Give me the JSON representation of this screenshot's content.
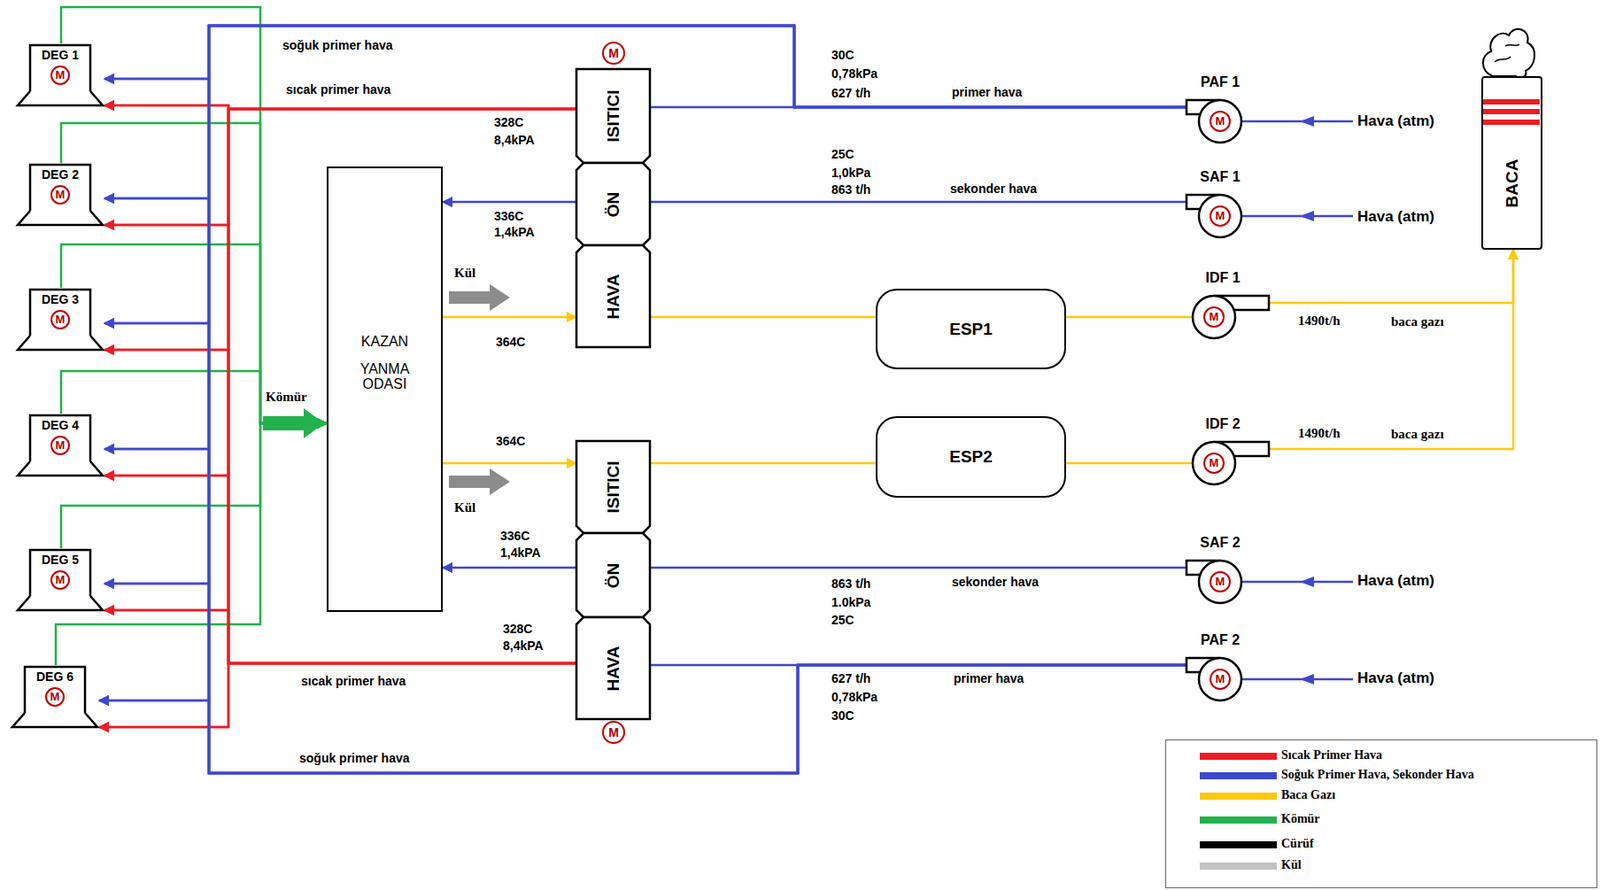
{
  "diagram": {
    "nodes": [
      {
        "text": [
          "DEG 1",
          "M"
        ]
      },
      {
        "text": [
          "DEG 2",
          "M"
        ]
      },
      {
        "text": [
          "DEG 3",
          "M"
        ]
      },
      {
        "text": [
          "DEG 4",
          "M"
        ]
      },
      {
        "text": [
          "DEG 5",
          "M"
        ]
      },
      {
        "text": [
          "DEG 6",
          "M"
        ]
      },
      {
        "text": [
          "KAZAN",
          "YANMA ODASI"
        ]
      },
      {
        "text": [
          "ISITICI"
        ]
      },
      {
        "text": [
          "ÖN"
        ]
      },
      {
        "text": [
          "HAVA"
        ]
      },
      {
        "text": [
          "ISITICI"
        ]
      },
      {
        "text": [
          "ÖN"
        ]
      },
      {
        "text": [
          "HAVA"
        ]
      },
      {
        "text": [
          "ESP1"
        ]
      },
      {
        "text": [
          "ESP2"
        ]
      },
      {
        "text": [
          "PAF 1",
          "M"
        ]
      },
      {
        "text": [
          "SAF 1",
          "M"
        ]
      },
      {
        "text": [
          "IDF 1",
          "M"
        ]
      },
      {
        "text": [
          "IDF 2",
          "M"
        ]
      },
      {
        "text": [
          "SAF 2",
          "M"
        ]
      },
      {
        "text": [
          "PAF 2",
          "M"
        ]
      },
      {
        "text": [
          "BACA"
        ]
      }
    ],
    "edges": [
      {
        "from": 0,
        "to": 6,
        "arrow": "to"
      },
      {
        "from": 1,
        "to": 6,
        "arrow": "to"
      },
      {
        "from": 2,
        "to": 6,
        "arrow": "to"
      },
      {
        "from": 3,
        "to": 6,
        "arrow": "to"
      },
      {
        "from": 4,
        "to": 6,
        "arrow": "to"
      },
      {
        "from": 5,
        "to": 6,
        "arrow": "to"
      },
      {
        "from": 7,
        "to": 0,
        "arrow": "to",
        "label": "sıcak primer hava"
      },
      {
        "from": 7,
        "to": 1,
        "arrow": "to"
      },
      {
        "from": 7,
        "to": 2,
        "arrow": "to"
      },
      {
        "from": 7,
        "to": 3,
        "arrow": "to"
      },
      {
        "from": 7,
        "to": 4,
        "arrow": "to"
      },
      {
        "from": 7,
        "to": 5,
        "arrow": "to"
      },
      {
        "from": 12,
        "to": 0,
        "arrow": "to",
        "label": "sıcak primer hava"
      },
      {
        "from": 12,
        "to": 1,
        "arrow": "to"
      },
      {
        "from": 12,
        "to": 2,
        "arrow": "to"
      },
      {
        "from": 12,
        "to": 3,
        "arrow": "to"
      },
      {
        "from": 12,
        "to": 4,
        "arrow": "to"
      },
      {
        "from": 12,
        "to": 5,
        "arrow": "to"
      },
      {
        "from": 15,
        "to": 0,
        "arrow": "to",
        "label": "soğuk primer hava"
      },
      {
        "from": 15,
        "to": 1,
        "arrow": "to"
      },
      {
        "from": 15,
        "to": 2,
        "arrow": "to"
      },
      {
        "from": 15,
        "to": 3,
        "arrow": "to"
      },
      {
        "from": 15,
        "to": 4,
        "arrow": "to"
      },
      {
        "from": 15,
        "to": 5,
        "arrow": "to"
      },
      {
        "from": 20,
        "to": 0,
        "arrow": "to",
        "label": "soğuk primer hava"
      },
      {
        "from": 20,
        "to": 1,
        "arrow": "to"
      },
      {
        "from": 20,
        "to": 2,
        "arrow": "to"
      },
      {
        "from": 20,
        "to": 3,
        "arrow": "to"
      },
      {
        "from": 20,
        "to": 4,
        "arrow": "to"
      },
      {
        "from": 20,
        "to": 5,
        "arrow": "to"
      },
      {
        "from": 15,
        "to": 7,
        "arrow": "none",
        "label": "primer hava"
      },
      {
        "from": 16,
        "to": 8,
        "arrow": "none",
        "label": "sekonder hava"
      },
      {
        "from": 8,
        "to": 6,
        "arrow": "to"
      },
      {
        "from": 6,
        "to": 9,
        "arrow": "to"
      },
      {
        "from": 9,
        "to": 13,
        "arrow": "none"
      },
      {
        "from": 13,
        "to": 17,
        "arrow": "none"
      },
      {
        "from": 17,
        "to": 21,
        "arrow": "to",
        "label": "baca gazı"
      },
      {
        "from": 6,
        "to": 10,
        "arrow": "to"
      },
      {
        "from": 10,
        "to": 14,
        "arrow": "none"
      },
      {
        "from": 14,
        "to": 18,
        "arrow": "none"
      },
      {
        "from": 18,
        "to": 21,
        "arrow": "to",
        "label": "baca gazı"
      },
      {
        "from": 19,
        "to": 11,
        "arrow": "none",
        "label": "sekonder hava"
      },
      {
        "from": 11,
        "to": 6,
        "arrow": "to"
      },
      {
        "from": 20,
        "to": 12,
        "arrow": "none",
        "label": "primer hava"
      }
    ],
    "labels": [
      "M",
      "M",
      "30C",
      "0,78kPa",
      "627 t/h",
      "25C",
      "1,0kPa",
      "863 t/h",
      "328C",
      "8,4kPA",
      "336C",
      "1,4kPA",
      "Kül",
      "364C",
      "Kömür",
      "364C",
      "Kül",
      "336C",
      "1,4kPA",
      "328C",
      "8,4kPA",
      "863 t/h",
      "1.0kPa",
      "25C",
      "627 t/h",
      "0,78kPa",
      "30C",
      "Hava (atm)",
      "Hava (atm)",
      "Hava (atm)",
      "Hava (atm)",
      "1490t/h",
      "1490t/h"
    ],
    "legend": [
      {
        "text": "Sıcak Primer Hava",
        "color": "#ed1c24"
      },
      {
        "text": "Soğuk Primer Hava, Sekonder Hava",
        "color": "#3f48cc"
      },
      {
        "text": "Baca Gazı",
        "color": "#ffc90e"
      },
      {
        "text": "Kömür",
        "color": "#22b14c"
      },
      {
        "text": "Cürüf",
        "color": "#000000"
      },
      {
        "text": "Kül",
        "color": "#c3c3c3"
      }
    ]
  }
}
